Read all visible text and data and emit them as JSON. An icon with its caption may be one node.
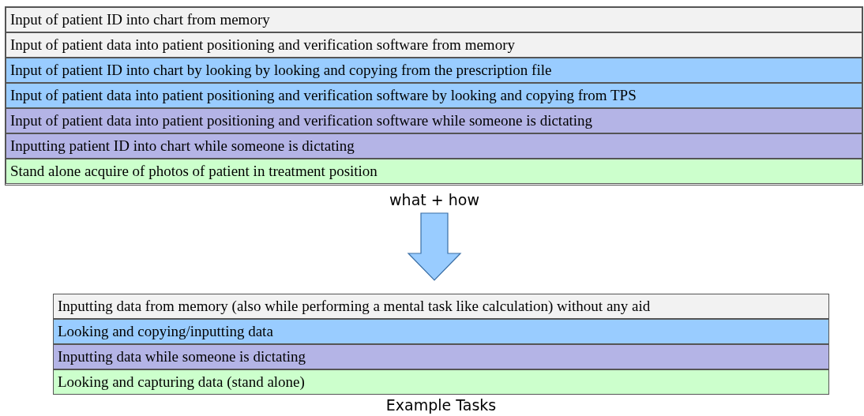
{
  "diagram": {
    "nodes": [
      {
        "text": [],
        "shape": "box"
      },
      {
        "text": [
          "Input of patient ID into chart from memory"
        ],
        "in": 0
      },
      {
        "text": [
          "Input of patient data into patient positioning and verification software from memory"
        ],
        "in": 0
      },
      {
        "text": [
          "Input of patient ID into chart by looking by looking and copying from the prescription file"
        ],
        "in": 0
      },
      {
        "text": [
          "Input of patient data into patient positioning and verification software by looking and copying from TPS"
        ],
        "in": 0
      },
      {
        "text": [
          "Input of patient data into patient positioning and verification software while someone is dictating"
        ],
        "in": 0
      },
      {
        "text": [
          "Inputting patient ID into chart while someone is dictating"
        ],
        "in": 0
      },
      {
        "text": [
          "Stand alone acquire of photos of patient in treatment position"
        ],
        "in": 0
      },
      {
        "text": [
          "Example Tasks"
        ]
      },
      {
        "text": [
          "Inputting data from memory (also while performing a mental task like calculation) without any aid"
        ],
        "in": 8
      },
      {
        "text": [
          "Looking and copying/inputting data"
        ],
        "in": 8
      },
      {
        "text": [
          "Inputting data while someone is dictating"
        ],
        "in": 8
      },
      {
        "text": [
          "Looking and capturing data (stand alone)"
        ],
        "in": 8
      }
    ],
    "edges": [
      {
        "from": 0,
        "to": 8,
        "arrow": "to",
        "label": "what + how"
      }
    ]
  }
}
